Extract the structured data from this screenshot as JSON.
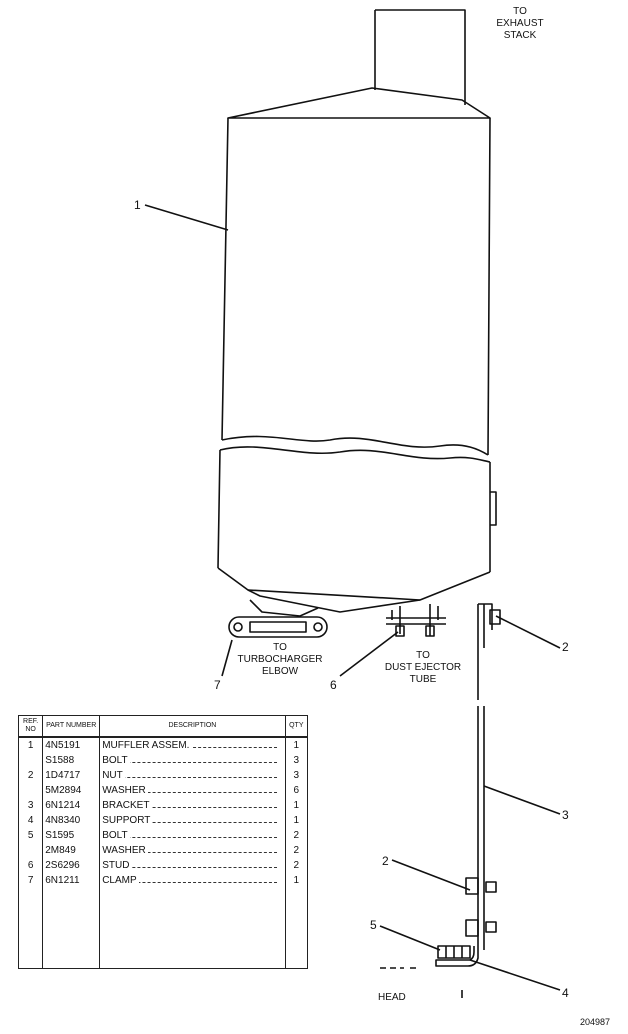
{
  "labels": {
    "exhaust": [
      "TO",
      "EXHAUST",
      "STACK"
    ],
    "turbo": [
      "TO",
      "TURBOCHARGER",
      "ELBOW"
    ],
    "dust": [
      "TO",
      "DUST EJECTOR",
      "TUBE"
    ],
    "head": "HEAD",
    "figure_number": "204987"
  },
  "callouts": [
    "1",
    "2",
    "3",
    "2",
    "5",
    "4",
    "6",
    "7"
  ],
  "table": {
    "headers": {
      "ref": "REF. NO",
      "part": "PART NUMBER",
      "desc": "DESCRIPTION",
      "qty": "QTY"
    },
    "rows": [
      {
        "ref": "1",
        "part": "4N5191",
        "desc": "MUFFLER ASSEM.",
        "qty": "1"
      },
      {
        "ref": "",
        "part": "S1588",
        "desc": "BOLT",
        "qty": "3"
      },
      {
        "ref": "2",
        "part": "1D4717",
        "desc": "NUT",
        "qty": "3"
      },
      {
        "ref": "",
        "part": "5M2894",
        "desc": "WASHER",
        "qty": "6"
      },
      {
        "ref": "3",
        "part": "6N1214",
        "desc": "BRACKET",
        "qty": "1"
      },
      {
        "ref": "4",
        "part": "4N8340",
        "desc": "SUPPORT",
        "qty": "1"
      },
      {
        "ref": "5",
        "part": "S1595",
        "desc": "BOLT",
        "qty": "2"
      },
      {
        "ref": "",
        "part": "2M849",
        "desc": "WASHER",
        "qty": "2"
      },
      {
        "ref": "6",
        "part": "2S6296",
        "desc": "STUD",
        "qty": "2"
      },
      {
        "ref": "7",
        "part": "6N1211",
        "desc": "CLAMP",
        "qty": "1"
      }
    ]
  }
}
